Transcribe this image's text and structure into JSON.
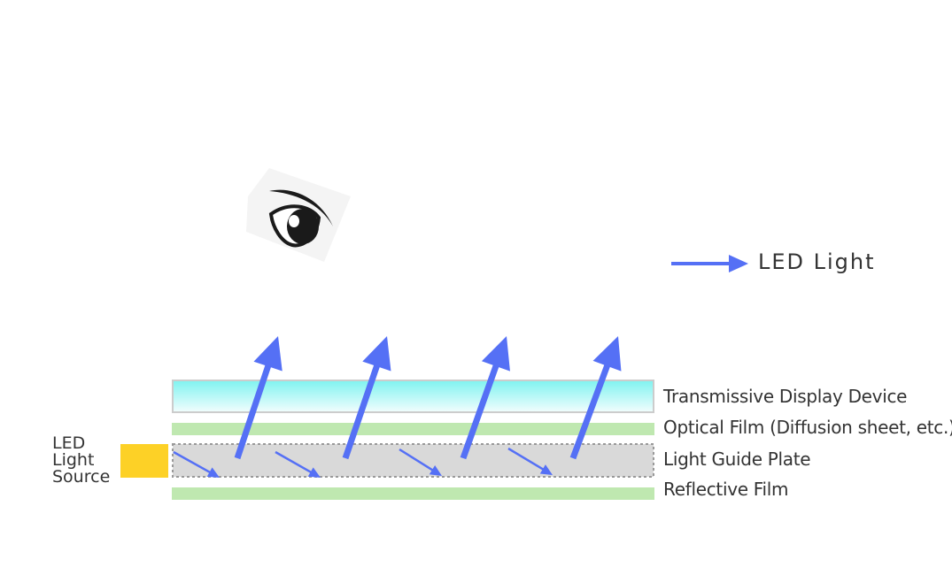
{
  "colors": {
    "arrow": "#5570f5",
    "led_source": "#fdd126",
    "film": "#bfe8b0",
    "light_guide_fill": "#d9d9d9",
    "light_guide_border": "#999999",
    "display_gradient_top": "#7ff3f0",
    "display_gradient_bottom": "#f2fdfd",
    "label_text": "#333333"
  },
  "icons": {
    "viewer": "eye-icon"
  },
  "legend": {
    "label": "LED Light"
  },
  "led_source": {
    "lines": [
      "LED",
      "Light",
      "Source"
    ]
  },
  "layers": [
    {
      "id": "display",
      "label": "Transmissive Display Device"
    },
    {
      "id": "optical-film",
      "label": "Optical Film (Diffusion sheet, etc.)"
    },
    {
      "id": "light-guide",
      "label": "Light Guide Plate"
    },
    {
      "id": "reflective-film",
      "label": "Reflective Film"
    }
  ]
}
